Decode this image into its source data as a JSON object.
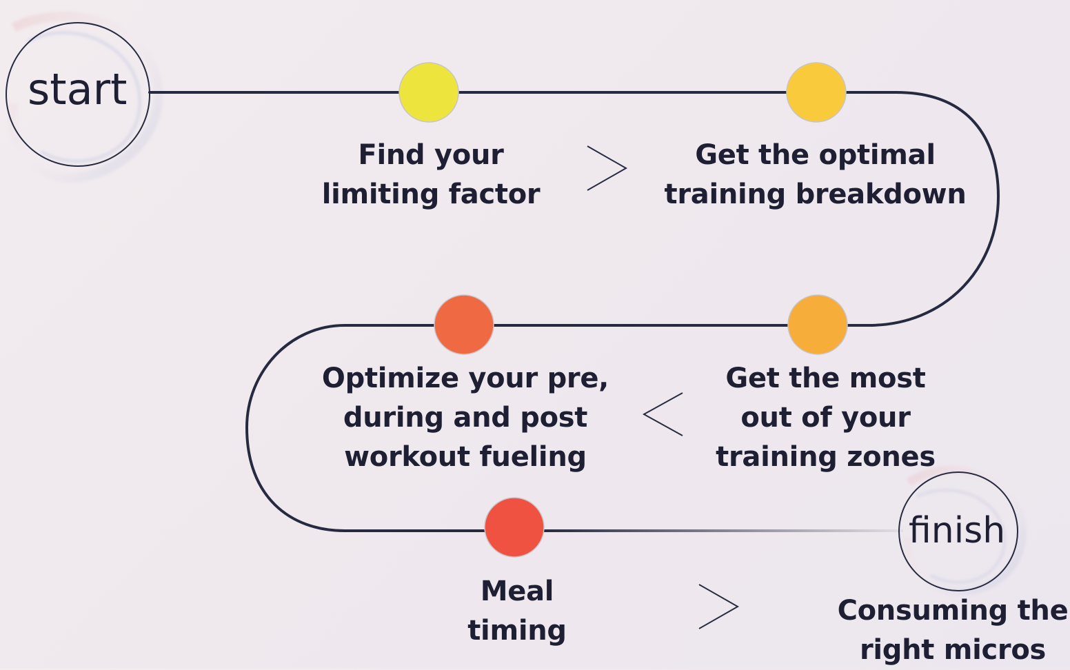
{
  "endpoints": {
    "start": "start",
    "finish": "finish"
  },
  "steps": [
    {
      "label": "Find your\nlimiting factor",
      "color": "#ede43e"
    },
    {
      "label": "Get the optimal\ntraining  breakdown",
      "color": "#f9ca3c"
    },
    {
      "label": "Get the most\nout of your\ntraining zones",
      "color": "#f6ad3a"
    },
    {
      "label": "Optimize your pre,\nduring and post\nworkout fueling",
      "color": "#ef6a42"
    },
    {
      "label": "Meal\ntiming",
      "color": "#ef5240"
    },
    {
      "label": "Consuming the\nright micros",
      "color": ""
    }
  ],
  "colors": {
    "path": "#262a40",
    "text": "#1e1f33",
    "background": "#efe9ee"
  }
}
